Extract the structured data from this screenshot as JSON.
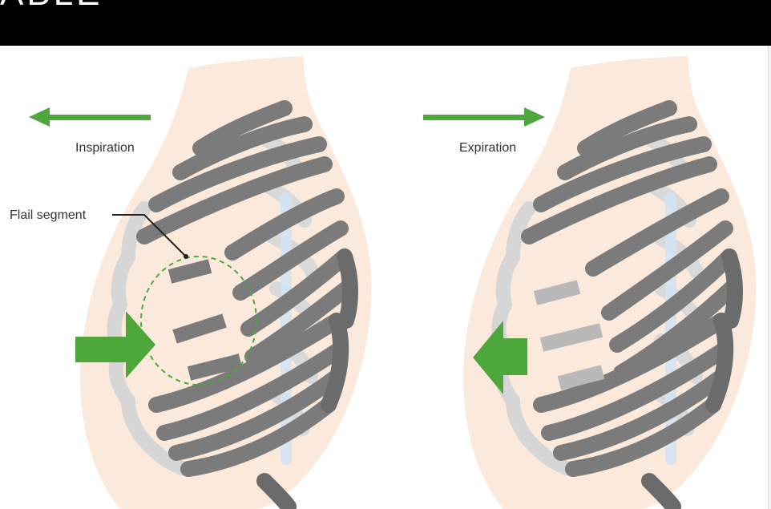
{
  "header": {
    "title": "ABLE",
    "background": "#000000"
  },
  "labels": {
    "inspiration": "Inspiration",
    "expiration": "Expiration",
    "flail_segment": "Flail segment"
  },
  "colors": {
    "skin": "#fbeadb",
    "rib": "#7b7b7b",
    "rib_back": "#a9a9a9",
    "cartilage": "#d6d6d6",
    "flail_rib_expiration": "#b9b9b9",
    "arrow": "#4ea73a",
    "pleura": "#cfe4f5"
  },
  "icons": {
    "inspiration_arrow": "arrow-left-icon",
    "expiration_arrow": "arrow-right-icon",
    "inward_motion_arrow": "arrow-right-large-icon",
    "outward_motion_arrow": "arrow-left-large-icon"
  }
}
